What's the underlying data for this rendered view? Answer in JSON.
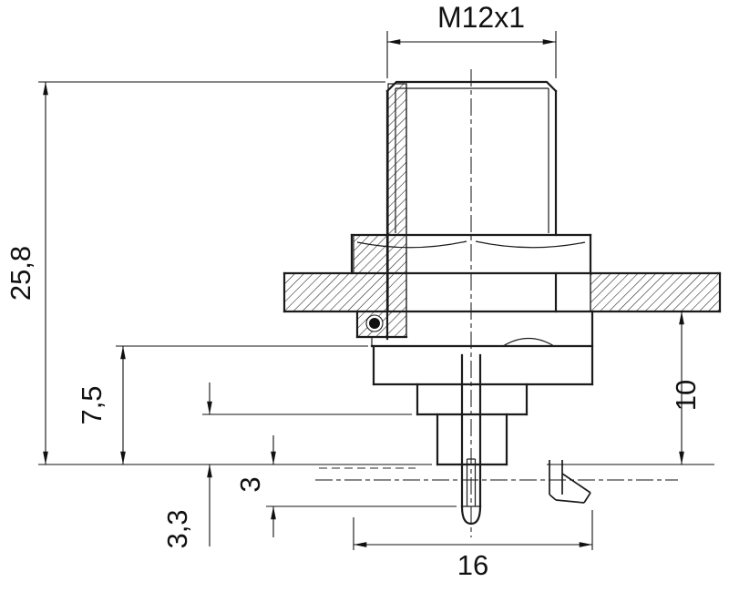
{
  "colors": {
    "line": "#1b1b1b",
    "background": "#ffffff"
  },
  "dims": {
    "thread": "M12x1",
    "overall_length": "25,8",
    "behind_panel_length": "7,5",
    "insert_step": "3,3",
    "solder_pin": "3",
    "rear_depth": "10",
    "body_width": "16"
  }
}
